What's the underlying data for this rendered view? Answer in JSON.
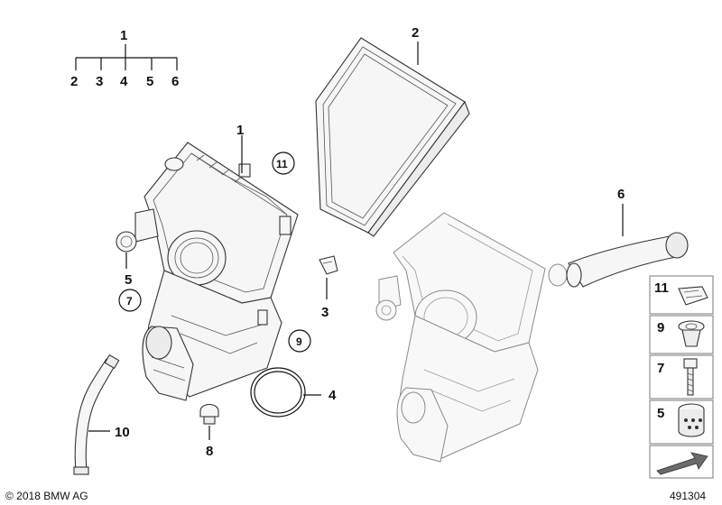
{
  "callouts": {
    "c1_top": "1",
    "tree": [
      "2",
      "3",
      "4",
      "5",
      "6"
    ],
    "c2": "2",
    "c1": "1",
    "c11_circle": "11",
    "c5": "5",
    "c7_circle": "7",
    "c3": "3",
    "c9_circle": "9",
    "c4": "4",
    "c6": "6",
    "c8": "8",
    "c10": "10"
  },
  "legend": [
    {
      "label": "11",
      "icon": "clip-icon"
    },
    {
      "label": "9",
      "icon": "grommet-icon"
    },
    {
      "label": "7",
      "icon": "bolt-icon"
    },
    {
      "label": "5",
      "icon": "rubber-mount-icon"
    }
  ],
  "footer": {
    "copyright": "© 2018 BMW AG",
    "diagram_number": "491304"
  }
}
